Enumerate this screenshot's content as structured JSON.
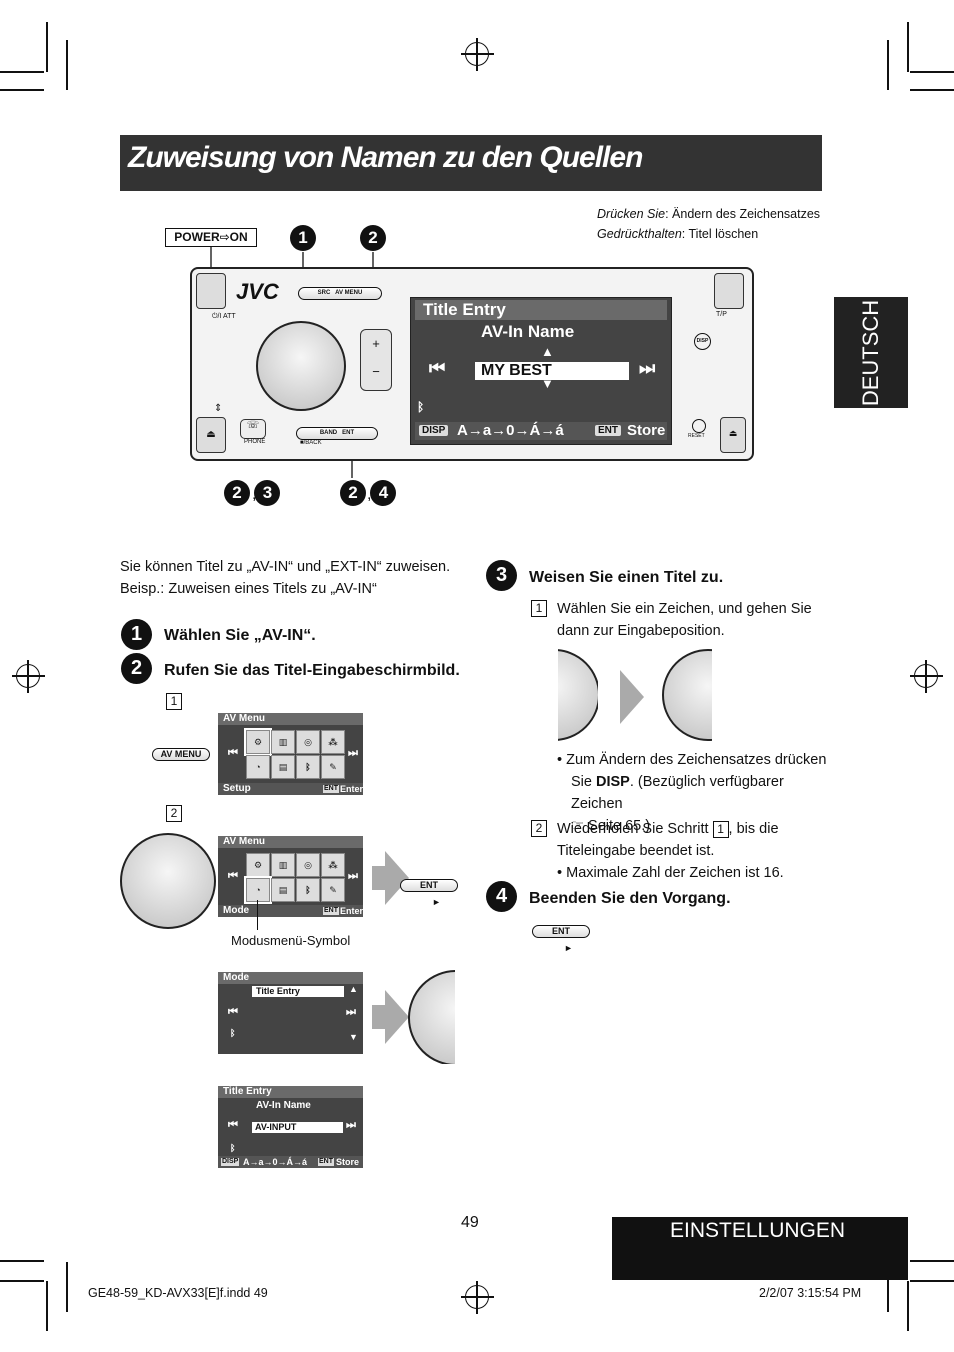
{
  "page_title": "Zuweisung von Namen zu den Quellen",
  "side_tab": "DEUTSCH",
  "section_tab": "EINSTELLUNGEN",
  "page_number": "49",
  "footer_left": "GE48-59_KD-AVX33[E]f.indd   49",
  "footer_right": "2/2/07   3:15:54 PM",
  "diagram": {
    "power_label": "POWER⇨ON",
    "num1": "1",
    "num2": "2",
    "note_press_label": "Drücken Sie",
    "note_press_text": ": Ändern des Zeichensatzes",
    "note_hold_label": "Gedrückthalten",
    "note_hold_text": ": Titel löschen",
    "brand": "JVC",
    "src_label": "SRC",
    "avmenu_label": "AV MENU",
    "att_label": "⏻/I ATT",
    "tp_label": "T/P",
    "disp_label": "DISP",
    "reset_label": "RESET",
    "phone_label": "PHONE",
    "band_label": "BAND",
    "ent_label": "ENT",
    "back_label": "■/BACK",
    "screen_header": "Title Entry",
    "screen_sub": "AV-In Name",
    "screen_value": "MY BEST",
    "screen_charset": "A→a→0→Á→á",
    "screen_disp": "DISP",
    "screen_ent": "ENT",
    "screen_store": "Store",
    "label_23": "2, 3",
    "label_24": "2, 4"
  },
  "intro_line1": "Sie können Titel zu „AV-IN“ und „EXT-IN“ zuweisen.",
  "intro_line2": "Beisp.: Zuweisen eines Titels zu „AV-IN“",
  "step1": {
    "num": "1",
    "title": "Wählen Sie „AV-IN“."
  },
  "step2": {
    "num": "2",
    "title": "Rufen Sie das Titel-Eingabeschirmbild.",
    "sub1": "1",
    "sub2": "2",
    "avmenu_button": "AV MENU",
    "screen_header": "AV Menu",
    "footer_setup": "Setup",
    "footer_mode": "Mode",
    "footer_ent": "ENT",
    "footer_enter": "Enter",
    "ent_button": "ENT",
    "mode_caption": "Modusmenü-Symbol",
    "mode_screen_header": "Mode",
    "mode_screen_item": "Title Entry",
    "title_screen_header": "Title Entry",
    "title_screen_sub": "AV-In Name",
    "title_screen_value": "AV-INPUT",
    "title_screen_disp": "DISP",
    "title_screen_charset": "A→a→0→Á→á",
    "title_screen_ent": "ENT",
    "title_screen_store": "Store"
  },
  "step3": {
    "num": "3",
    "title": "Weisen Sie einen Titel zu.",
    "sub1": "1",
    "sub1_text1": "Wählen Sie ein Zeichen, und gehen Sie",
    "sub1_text2": "dann zur Eingabeposition.",
    "bullet1_line1": "Zum Ändern des Zeichensatzes drücken",
    "bullet1_line2a": "Sie ",
    "bullet1_disp": "DISP",
    "bullet1_line2b": ". (Bezüglich verfügbarer Zeichen",
    "bullet1_line3": "☞ Seite 65.)",
    "sub2": "2",
    "sub2_text1a": "Wiederholen Sie Schritt ",
    "sub2_ref": "1",
    "sub2_text1b": ", bis die",
    "sub2_text2": "Titeleingabe beendet ist.",
    "bullet2": "Maximale Zahl der Zeichen ist 16."
  },
  "step4": {
    "num": "4",
    "title": "Beenden Sie den Vorgang.",
    "ent_button": "ENT"
  }
}
